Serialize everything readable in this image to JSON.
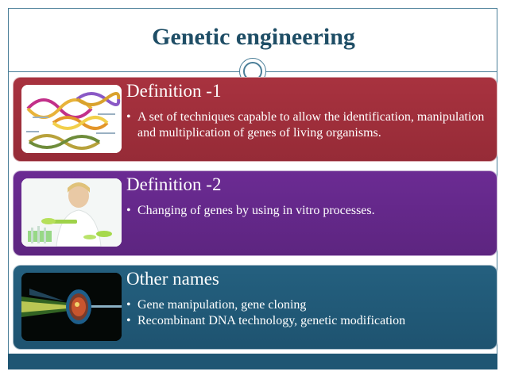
{
  "slide": {
    "title": "Genetic engineering"
  },
  "panels": [
    {
      "heading": "Definition -1",
      "bullets": [
        "A set of techniques capable to allow the identification, manipulation and multiplication of genes of living organisms."
      ],
      "color": "#9f2f3b",
      "image_icon": "dna-strands-illustration"
    },
    {
      "heading": "Definition -2",
      "bullets": [
        "Changing of genes by using in vitro processes."
      ],
      "color": "#652889",
      "image_icon": "scientist-photo"
    },
    {
      "heading": "Other names",
      "bullets": [
        "Gene manipulation, gene cloning",
        "Recombinant DNA technology, genetic modification"
      ],
      "color": "#215a78",
      "image_icon": "cell-microinjection-photo"
    }
  ],
  "colors": {
    "title": "#1f4e66",
    "frame": "#4a7e98",
    "footer": "#1f5673"
  }
}
